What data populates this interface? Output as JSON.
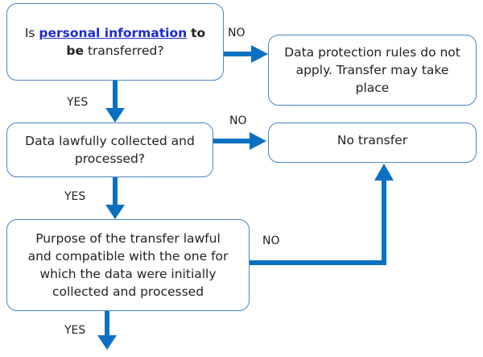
{
  "q1": {
    "prefix": "Is",
    "link": "personal information",
    "suffix1": "to",
    "bold2": "be",
    "suffix2": "transferred?"
  },
  "r1": {
    "text": "Data protection rules do not apply. Transfer may take place"
  },
  "q2": {
    "text": "Data lawfully collected and processed?"
  },
  "r2": {
    "text": "No transfer"
  },
  "q3": {
    "text": "Purpose of the transfer lawful and compatible with the one for which the data were initially collected and processed"
  },
  "labels": {
    "no1": "NO",
    "no2": "NO",
    "no3": "NO",
    "yes1": "YES",
    "yes2": "YES",
    "yes3": "YES"
  },
  "colors": {
    "arrow": "#0a70c2",
    "box_border": "#4a86c5",
    "link": "#1f2bd1"
  }
}
